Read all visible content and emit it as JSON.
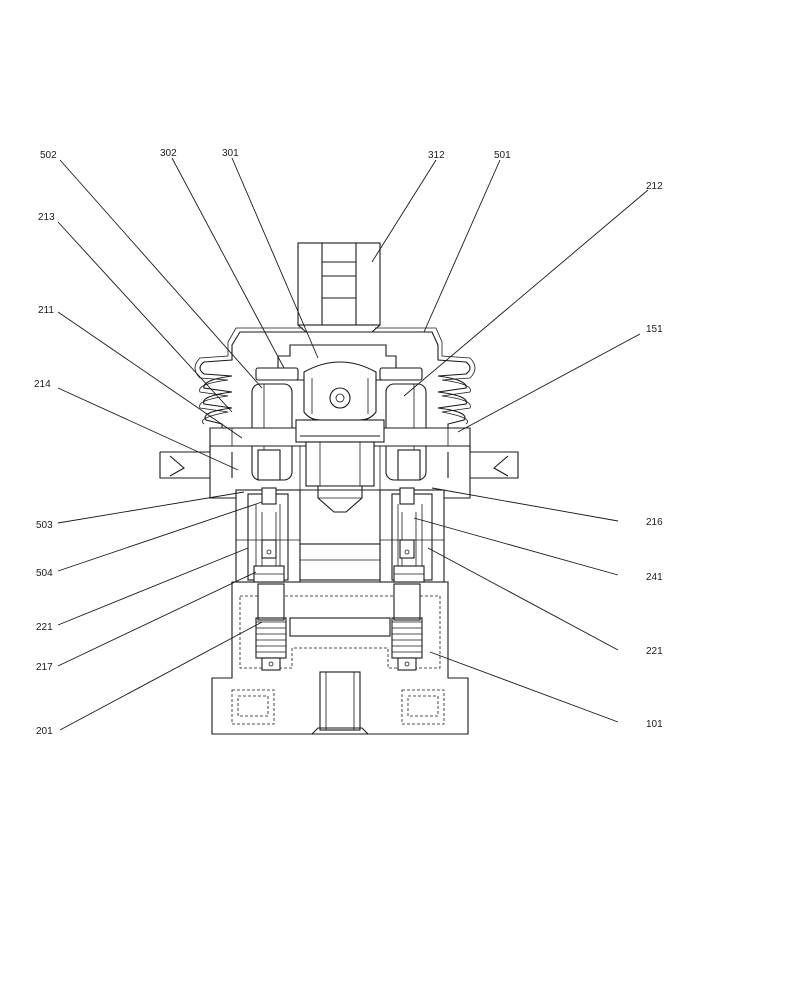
{
  "labels": {
    "l502": "502",
    "l302": "302",
    "l301": "301",
    "l312": "312",
    "l501": "501",
    "l212": "212",
    "l213": "213",
    "l211": "211",
    "l214": "214",
    "l151": "151",
    "l503": "503",
    "l216": "216",
    "l504": "504",
    "l241": "241",
    "l221a": "221",
    "l221b": "221",
    "l217": "217",
    "l201": "201",
    "l101": "101"
  }
}
